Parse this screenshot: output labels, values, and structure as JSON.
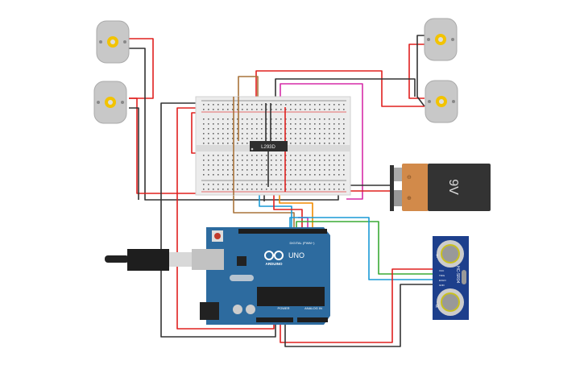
{
  "chip": {
    "label": "L293D"
  },
  "battery": {
    "label": "9V",
    "minus": "⊖",
    "plus": "⊕"
  },
  "arduino": {
    "brand": "ARDUINO",
    "model": "UNO",
    "digital_label": "DIGITAL (PWM~)",
    "power_label": "POWER",
    "analog_label": "ANALOG IN"
  },
  "sensor": {
    "label": "HC-SR04",
    "pins": [
      "VCC",
      "TRIG",
      "ECHO",
      "GND"
    ],
    "t": "T",
    "r": "R"
  },
  "colors": {
    "wire_red": "#e0201f",
    "wire_black": "#333333",
    "wire_brown": "#a8733a",
    "wire_magenta": "#d62ca8",
    "wire_blue": "#1a9ad6",
    "wire_green": "#3aaa35",
    "wire_orange": "#f08a00",
    "arduino_board": "#2d6b9f",
    "sensor_board": "#1d3f8c",
    "battery_orange": "#d28a4a"
  }
}
